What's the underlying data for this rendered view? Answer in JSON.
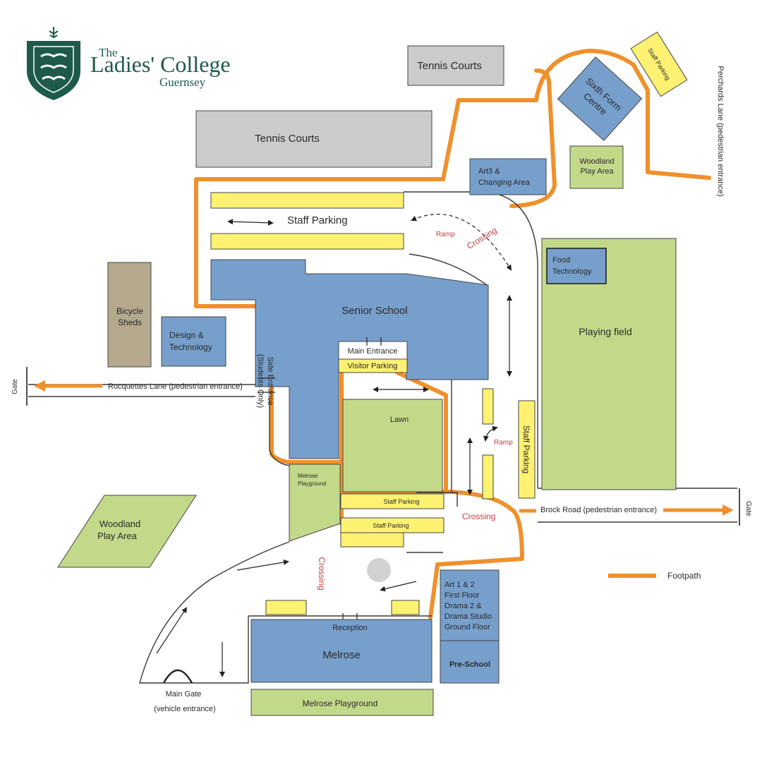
{
  "logo": {
    "the": "The",
    "name": "Ladies' College",
    "place": "Guernsey"
  },
  "colors": {
    "building": "#779fcc",
    "green_area": "#c3d98a",
    "tennis": "#cbcbcb",
    "parking": "#fff272",
    "sheds": "#b4a88d",
    "footpath": "#f0902c",
    "crossing_text": "#c8403c",
    "logo_green": "#1d5a4a"
  },
  "areas": {
    "tennis_courts_top": "Tennis Courts",
    "tennis_courts_main": "Tennis Courts",
    "staff_parking_corner": "Staff Parking",
    "sixth_form_line1": "Sixth Form",
    "sixth_form_line2": "Centre",
    "art3_line1": "Art3 &",
    "art3_line2": "Changing Area",
    "woodland_ne_line1": "Woodland",
    "woodland_ne_line2": "Play Area",
    "perchards_lane": "Perchards Lane (pedestrian entrance)",
    "staff_parking_top": "Staff Parking",
    "ramp_top": "Ramp",
    "crossing_top": "Crossing",
    "food_tech_line1": "Food",
    "food_tech_line2": "Technology",
    "playing_field": "Playing field",
    "bicycle_line1": "Bicycle",
    "bicycle_line2": "Sheds",
    "design_line1": "Design &",
    "design_line2": "Technology",
    "senior_school": "Senior School",
    "main_entrance": "Main Entrance",
    "visitor_parking": "Visitor Parking",
    "side_entrance_line1": "Side Entrance",
    "side_entrance_line2": "(Students Only)",
    "gate_west": "Gate",
    "rocquettes_lane": "Rocquettes Lane (pedestrian entrance)",
    "lawn": "Lawn",
    "ramp_mid": "Ramp",
    "staff_parking_right": "Staff Parking",
    "melrose_play_line1": "Melrose",
    "melrose_play_line2": "Playground",
    "staff_parking_lower1": "Staff Parking",
    "staff_parking_lower2": "Staff Parking",
    "crossing_mid": "Crossing",
    "brock_road": "Brock Road (pedestrian entrance)",
    "gate_east": "Gate",
    "woodland_sw_line1": "Woodland",
    "woodland_sw_line2": "Play Area",
    "crossing_lower": "Crossing",
    "art12_line1": "Art 1 & 2",
    "art12_line2": "First Floor",
    "art12_line3": "Drama 2 &",
    "art12_line4": "Drama Studio",
    "art12_line5": "Ground Floor",
    "pre_school": "Pre-School",
    "reception": "Reception",
    "melrose": "Melrose",
    "melrose_playground": "Melrose Playground",
    "main_gate_line1": "Main Gate",
    "main_gate_line2": "(vehicle entrance)"
  },
  "legend": {
    "footpath": "Footpath"
  }
}
